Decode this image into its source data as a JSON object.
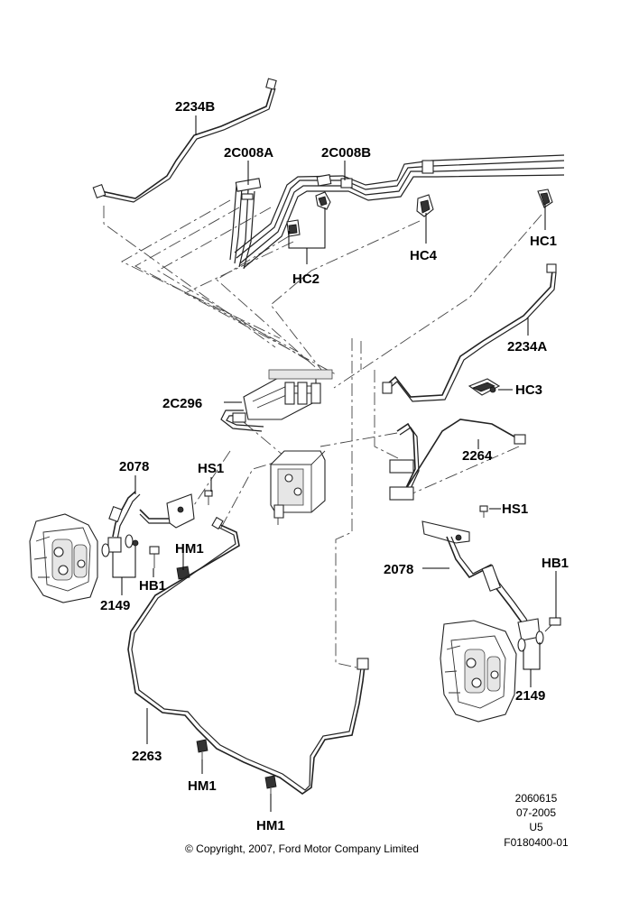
{
  "labels": {
    "pipe_2234b": "2234B",
    "hcu_2c008a": "2C008A",
    "hcu_2c008b": "2C008B",
    "clip_hc1": "HC1",
    "clip_hc2": "HC2",
    "clip_hc4": "HC4",
    "pipe_2234a": "2234A",
    "clip_hc3": "HC3",
    "bracket_2c296": "2C296",
    "pipe_2264": "2264",
    "hose_2078_left": "2078",
    "screw_hs1_left": "HS1",
    "screw_hs1_right": "HS1",
    "nut_hm1_upper": "HM1",
    "bolt_hb1_left": "HB1",
    "washer_2149_left": "2149",
    "hose_2078_right": "2078",
    "bolt_hb1_right": "HB1",
    "washer_2149_right": "2149",
    "pipe_2263": "2263",
    "nut_hm1_mid": "HM1",
    "nut_hm1_bottom": "HM1"
  },
  "footer": {
    "copyright": "© Copyright, 2007, Ford Motor Company Limited",
    "ref_line1": "2060615",
    "ref_line2": "07-2005",
    "ref_line3": "U5",
    "ref_line4": "F0180400-01"
  }
}
